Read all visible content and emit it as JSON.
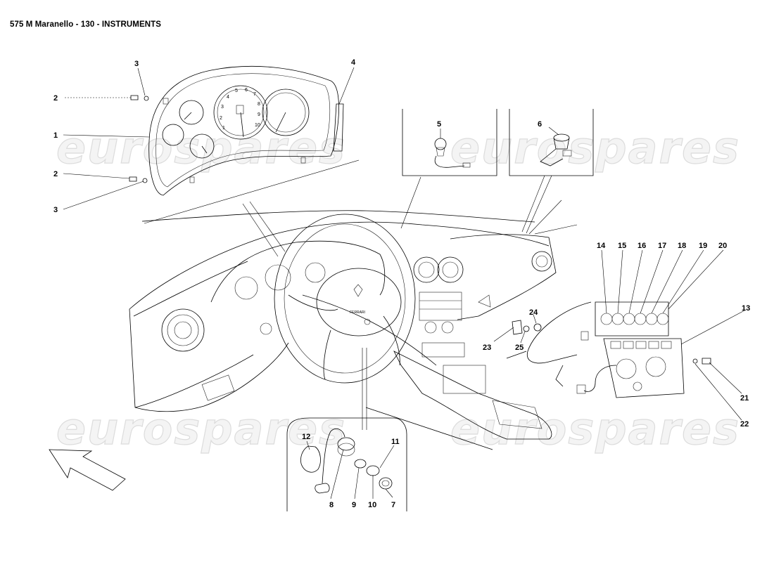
{
  "title": "575 M Maranello - 130 - INSTRUMENTS",
  "watermark": "eurospares",
  "callouts": {
    "n1": "1",
    "n2a": "2",
    "n2b": "2",
    "n3a": "3",
    "n3b": "3",
    "n4": "4",
    "n5": "5",
    "n6": "6",
    "n7": "7",
    "n8": "8",
    "n9": "9",
    "n10": "10",
    "n11": "11",
    "n12": "12",
    "n13": "13",
    "n14": "14",
    "n15": "15",
    "n16": "16",
    "n17": "17",
    "n18": "18",
    "n19": "19",
    "n20": "20",
    "n21": "21",
    "n22": "22",
    "n23": "23",
    "n24": "24",
    "n25": "25"
  },
  "gauge_labels": {
    "tacho": [
      "1",
      "2",
      "3",
      "4",
      "5",
      "6",
      "7",
      "8",
      "9",
      "10"
    ],
    "steering_badge": "FERRARI"
  },
  "colors": {
    "ink": "#000000",
    "watermark_fill": "#f4f4f4",
    "watermark_stroke": "#dcdcdc"
  }
}
